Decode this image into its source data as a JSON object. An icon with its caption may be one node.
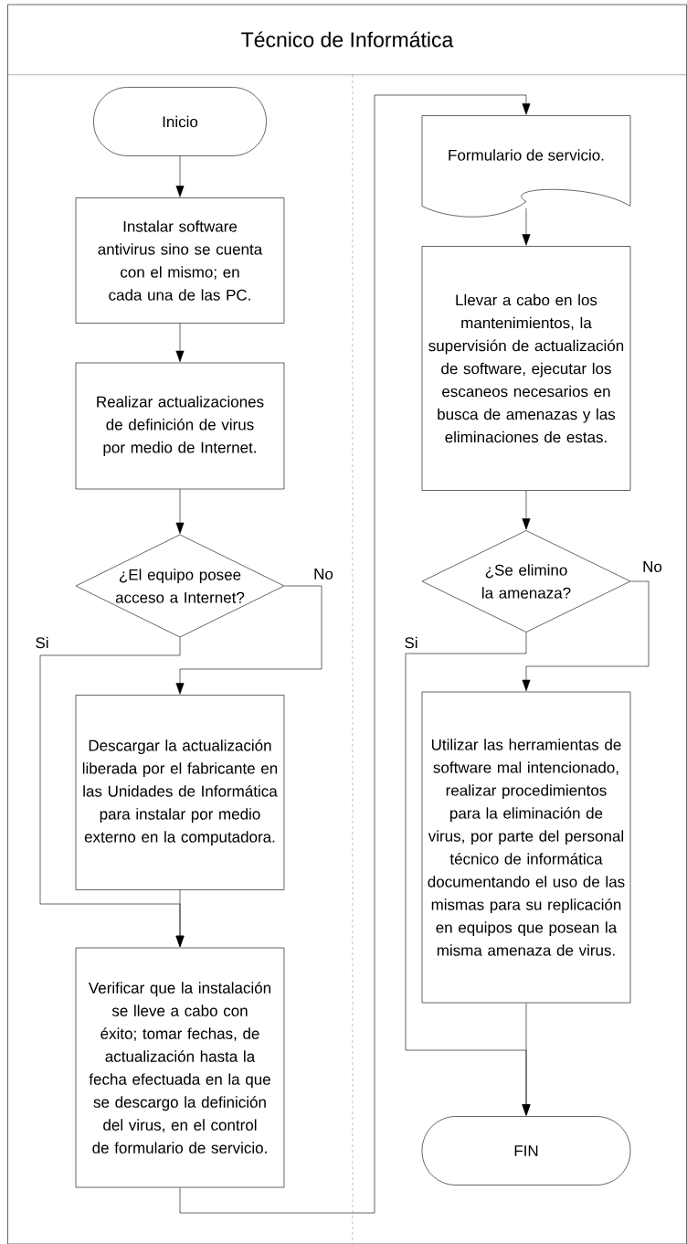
{
  "diagram": {
    "nodes": [
      {
        "text": [
          "Técnico de Informática"
        ]
      },
      {
        "text": [
          "Inicio"
        ],
        "in": 0
      },
      {
        "text": [
          "Instalar software antivirus sino se cuenta con el mismo; en cada una de las PC."
        ],
        "in": 0
      },
      {
        "text": [
          "Realizar actualizaciones de definición de virus por medio de Internet."
        ],
        "in": 0
      },
      {
        "text": [
          "¿El equipo posee acceso a Internet?"
        ],
        "in": 0
      },
      {
        "text": [
          "Descargar la actualización liberada por el fabricante en las Unidades de Informática para instalar por medio externo en la computadora."
        ],
        "in": 0
      },
      {
        "text": [
          "Verificar que la instalación se lleve a cabo con éxito; tomar fechas, de actualización hasta la fecha efectuada en la que se descargo la definición del virus, en el control de formulario de servicio."
        ],
        "in": 0
      },
      {
        "text": [
          "Formulario de servicio."
        ],
        "in": 0
      },
      {
        "text": [
          "Llevar a cabo en los mantenimientos, la supervisión de actualización de software, ejecutar los escaneos necesarios en busca de amenazas y las eliminaciones de estas."
        ],
        "in": 0
      },
      {
        "text": [
          "¿Se elimino la amenaza?"
        ],
        "in": 0
      },
      {
        "text": [
          "Utilizar las herramientas de software mal intencionado, realizar procedimientos para la eliminación de virus, por parte del personal técnico de informática documentando el uso de las mismas para su replicación en equipos que posean la misma amenaza de virus."
        ],
        "in": 0
      },
      {
        "text": [
          "FIN"
        ],
        "in": 0
      }
    ],
    "edges": [
      {
        "from": 1,
        "to": 2,
        "arrow": "to"
      },
      {
        "from": 2,
        "to": 3,
        "arrow": "to"
      },
      {
        "from": 3,
        "to": 4,
        "arrow": "to"
      },
      {
        "from": 4,
        "to": 5,
        "arrow": "to",
        "label": "No"
      },
      {
        "from": 4,
        "to": 6,
        "arrow": "to",
        "label": "Si"
      },
      {
        "from": 5,
        "to": 6,
        "arrow": "to"
      },
      {
        "from": 6,
        "to": 7,
        "arrow": "to"
      },
      {
        "from": 7,
        "to": 8,
        "arrow": "to"
      },
      {
        "from": 8,
        "to": 9,
        "arrow": "to"
      },
      {
        "from": 9,
        "to": 10,
        "arrow": "to",
        "label": "No"
      },
      {
        "from": 9,
        "to": 11,
        "arrow": "to",
        "label": "Si"
      },
      {
        "from": 10,
        "to": 11,
        "arrow": "to"
      }
    ]
  }
}
